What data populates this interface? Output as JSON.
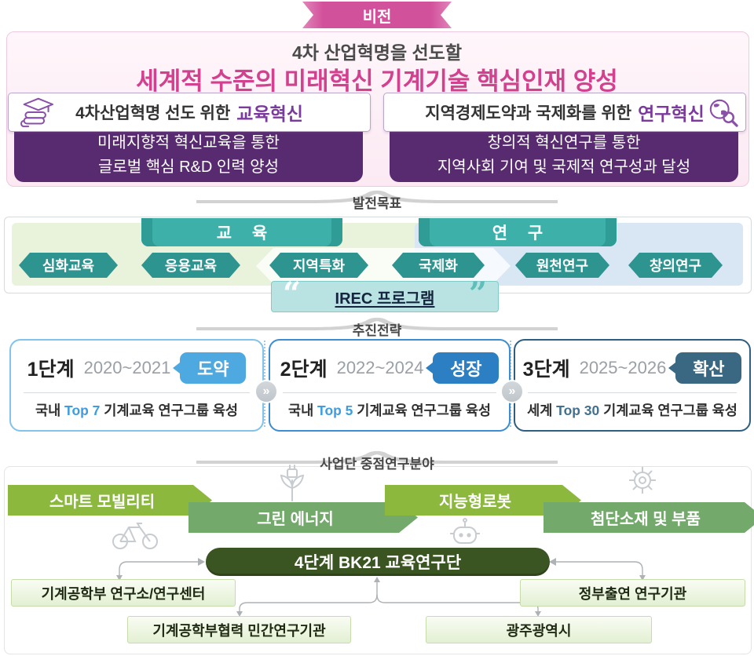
{
  "vision": {
    "badge_label": "비전",
    "title_line1": "4차 산업혁명을 선도할",
    "title_line2": "세계적 수준의 미래혁신 기계기술 핵심인재 양성",
    "education_pillar": {
      "heading_prefix": "4차산업혁명 선도 위한",
      "heading_accent": "교육혁신",
      "body_line1": "미래지향적 혁신교육을 통한",
      "body_line2": "글로벌 핵심 R&D 인력 양성"
    },
    "research_pillar": {
      "heading_prefix": "지역경제도약과 국제화를 위한",
      "heading_accent": "연구혁신",
      "body_line1": "창의적 혁신연구를 통한",
      "body_line2": "지역사회 기여 및 국제적 연구성과 달성"
    }
  },
  "development_goals": {
    "section_label": "발전목표",
    "education_header": "교 육",
    "research_header": "연 구",
    "items": [
      "심화교육",
      "응용교육",
      "지역특화",
      "국제화",
      "원천연구",
      "창의연구"
    ],
    "program_label": "IREC 프로그램",
    "quote_open": "“",
    "quote_close": "”"
  },
  "strategy": {
    "section_label": "추진전략",
    "next_chevron": "»",
    "stages": [
      {
        "name": "1단계",
        "period": "2020~2021",
        "badge": "도약",
        "desc_prefix": "국내",
        "desc_highlight": "Top 7",
        "desc_suffix": "기계교육 연구그룹 육성"
      },
      {
        "name": "2단계",
        "period": "2022~2024",
        "badge": "성장",
        "desc_prefix": "국내",
        "desc_highlight": "Top 5",
        "desc_suffix": "기계교육 연구그룹 육성"
      },
      {
        "name": "3단계",
        "period": "2025~2026",
        "badge": "확산",
        "desc_prefix": "세계",
        "desc_highlight": "Top 30",
        "desc_suffix": "기계교육 연구그룹 육성"
      }
    ]
  },
  "research_areas": {
    "section_label": "사업단 중점연구분야",
    "areas": [
      "스마트 모빌리티",
      "그린 에너지",
      "지능형로봇",
      "첨단소재 및 부품"
    ]
  },
  "organization": {
    "hub_label": "4단계 BK21 교육연구단",
    "nodes": [
      "기계공학부 연구소/연구센터",
      "정부출연 연구기관",
      "기계공학부협력 민간연구기관",
      "광주광역시"
    ]
  },
  "colors": {
    "vision_pink": "#d2519b",
    "accent_purple": "#7b3a9e",
    "deep_purple": "#582b70",
    "teal_bar": "#3db1a9",
    "hex_teal": "#2e9490",
    "irec_bg": "#b9e3e3",
    "stage1_blue": "#4fa9e1",
    "stage2_blue": "#2c7fc2",
    "stage3_blue": "#3a6781",
    "bright_green": "#8cb83e",
    "soft_green": "#74a96c",
    "hub_dark_green": "#3a5422"
  }
}
